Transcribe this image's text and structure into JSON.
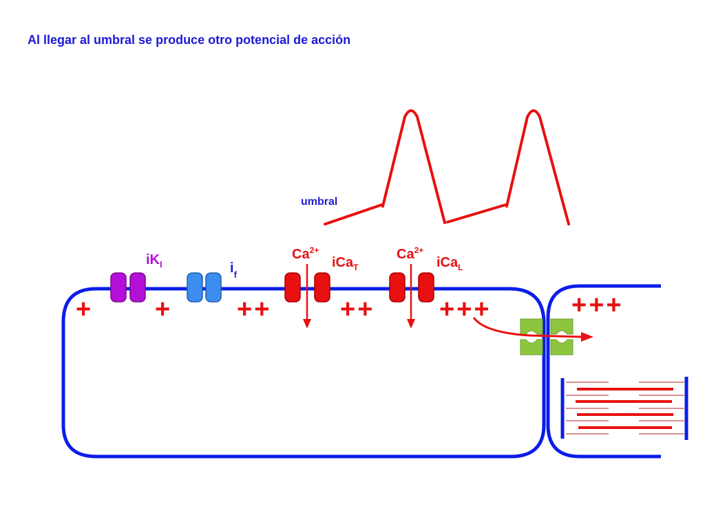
{
  "slide": {
    "title": "Al llegar al umbral se produce otro potencial de acción",
    "threshold_label": "umbral"
  },
  "channels": {
    "ik1": {
      "label_main": "iK",
      "label_sub": "I",
      "color": "#b40fd8"
    },
    "if": {
      "label_main": "i",
      "label_sub": "f",
      "color": "#3d8cf0"
    },
    "icat": {
      "ion_main": "Ca",
      "ion_sup": "2+",
      "label_main": "iCa",
      "label_sub": "T",
      "color": "#e81010"
    },
    "ical": {
      "ion_main": "Ca",
      "ion_sup": "2+",
      "label_main": "iCa",
      "label_sub": "L",
      "color": "#e81010"
    }
  },
  "charges": [
    "+",
    "+",
    "++",
    "++",
    "+++",
    "+++"
  ],
  "colors": {
    "membrane": "#0b1ee8",
    "signal": "#e81010",
    "gap_junction": "#8cc63f",
    "label_purple": "#b40fd8",
    "label_blue": "#2020d0",
    "label_red": "#e81010"
  },
  "icons": {
    "gap_junction": "connexin-icon",
    "sarcomere": "myofibril-icon"
  }
}
